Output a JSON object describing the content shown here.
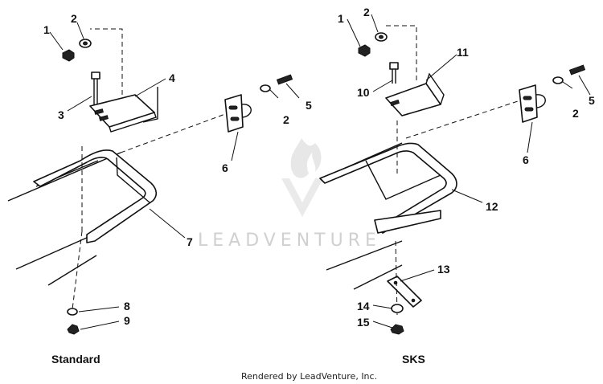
{
  "credit": "Rendered by LeadVenture, Inc.",
  "watermark": "LEADVENTURE",
  "views": [
    {
      "caption": "Standard",
      "callouts": [
        "1",
        "2",
        "3",
        "4",
        "5",
        "2",
        "6",
        "7",
        "8",
        "9"
      ]
    },
    {
      "caption": "SKS",
      "callouts": [
        "1",
        "2",
        "11",
        "10",
        "5",
        "2",
        "6",
        "12",
        "13",
        "14",
        "15"
      ]
    }
  ]
}
